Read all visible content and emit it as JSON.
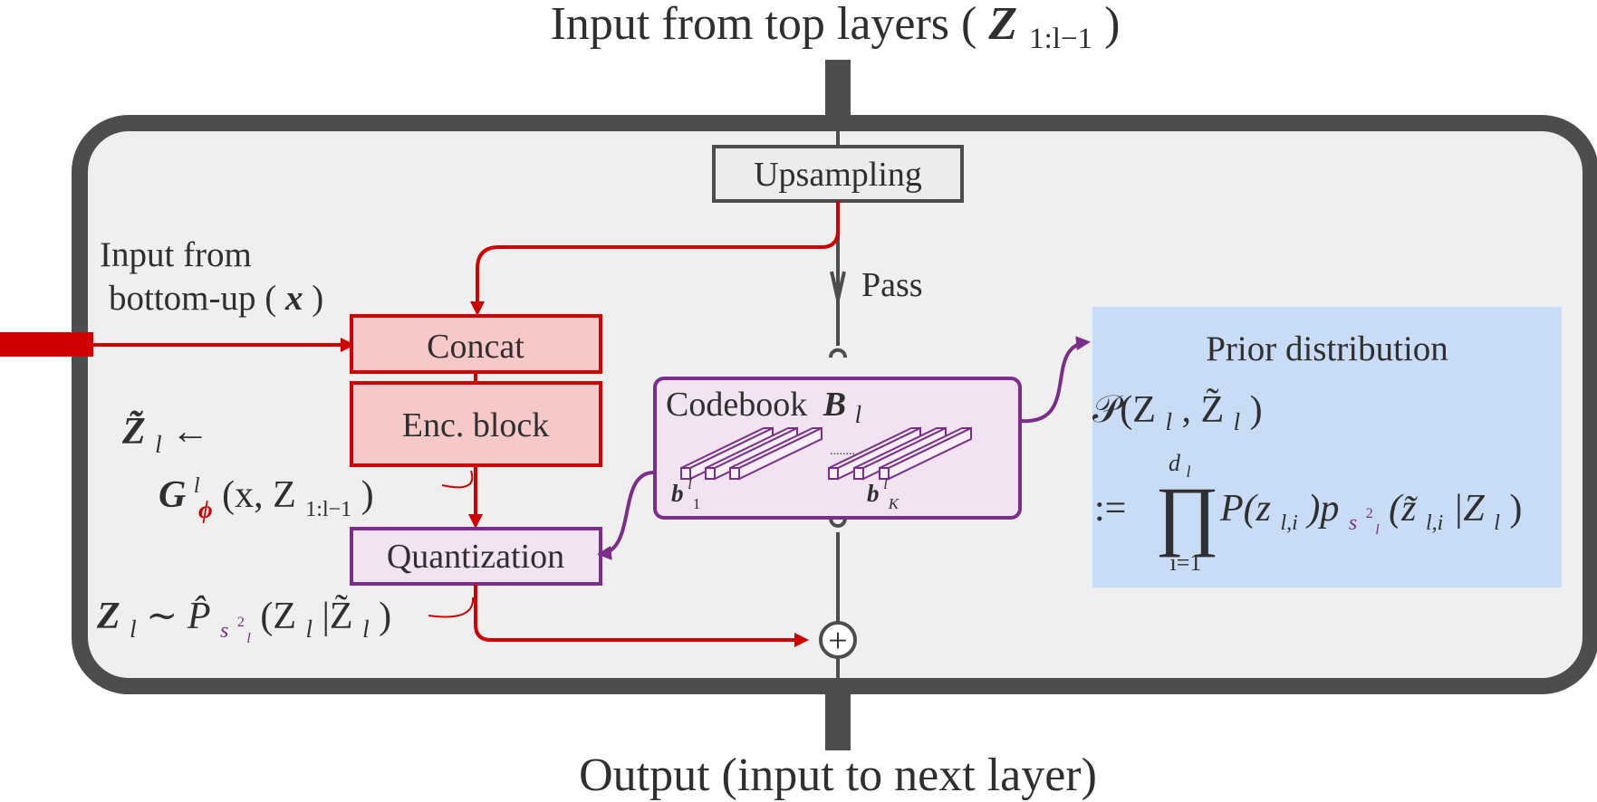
{
  "top_input": {
    "prefix": "Input from top layers (",
    "symbol": "Z",
    "subscript": "1:l−1",
    "suffix": ")"
  },
  "bottom_output": "Output (input to next layer)",
  "upsampling": "Upsampling",
  "pass": "Pass",
  "bottom_up": {
    "line1": "Input from",
    "line2_prefix": "bottom-up (",
    "line2_symbol": "x",
    "line2_suffix": ")"
  },
  "concat": "Concat",
  "enc_block": "Enc. block",
  "quantization": "Quantization",
  "codebook": {
    "label": "Codebook",
    "symbol": "B",
    "subscript": "l",
    "b1_symbol": "b",
    "b1_super": "l",
    "b1_sub": "1",
    "bk_symbol": "b",
    "bk_super": "l",
    "bk_sub": "K",
    "dots": "........"
  },
  "prior": {
    "title": "Prior distribution",
    "line1": "𝒫(Z",
    "line1_sub": "l",
    "line1_mid": ", Z̃",
    "line1_sub2": "l",
    "line1_end": ")",
    "product_upper": "d",
    "product_upper_sub": "l",
    "product_lower": "i=1",
    "assign": ":=",
    "product": "∏",
    "term1": "P(z",
    "term1_sub": "l,i",
    "term1_end": ")p",
    "term2_sub": "s",
    "term2_sub_super": "2",
    "term2_sub_sub": "l",
    "term2": "(z̃",
    "term2_sub2": "l,i",
    "term2_mid": "|Z",
    "term2_sub3": "l",
    "term2_end": ")"
  },
  "left_math": {
    "ztilde": "Z̃",
    "ztilde_sub": "l",
    "arrow": " ←",
    "g": "G",
    "g_super": "l",
    "g_sub": "ϕ",
    "g_args_start": "(x, Z",
    "g_args_sub": "1:l−1",
    "g_args_end": ")",
    "z": "Z",
    "z_sub": "l",
    "sim": " ∼ ",
    "phat": "P̂",
    "phat_sub": "s",
    "phat_sub_super": "2",
    "phat_sub_sub": "l",
    "p_args_start": "(Z",
    "p_args_sub": "l",
    "p_args_mid": "|Z̃",
    "p_args_sub2": "l",
    "p_args_end": ")"
  },
  "plus_symbol": "+",
  "colors": {
    "outer_border": "#4d4d4d",
    "outer_fill": "#efefef",
    "red": "#d10000",
    "red_fill": "#f7c8c8",
    "purple": "#7a2e8a",
    "purple_fill": "#f1e3f2",
    "prior_fill": "#c9dcf5",
    "upsampling_fill": "#ececec"
  }
}
